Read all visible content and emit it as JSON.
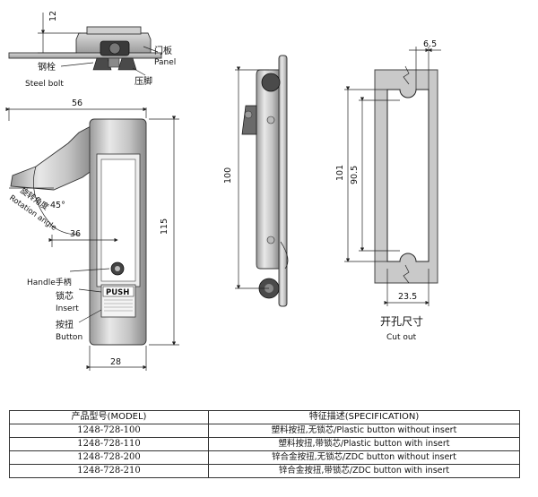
{
  "side_view_top": {
    "dim_12": "12",
    "label_panel_cn": "门板",
    "label_panel_en": "Panel",
    "label_bolt_cn": "钢栓",
    "label_bolt_en": "Steel bolt",
    "label_foot_cn": "压脚"
  },
  "front_view": {
    "dim_width": "56",
    "dim_height": "115",
    "dim_36": "36",
    "dim_bottom": "28",
    "angle": "45°",
    "rotation_cn": "旋转角度",
    "rotation_en": "Rotation angle",
    "handle": "Handle手柄",
    "insert_cn": "锁芯",
    "insert_en": "Insert",
    "button_cn": "按扭",
    "button_en": "Button",
    "push_text": "PUSH"
  },
  "side_view": {
    "dim_100": "100"
  },
  "cutout_view": {
    "dim_6_5": "6.5",
    "dim_101": "101",
    "dim_90_5": "90.5",
    "dim_23_5": "23.5",
    "title_cn": "开孔尺寸",
    "title_en": "Cut out"
  },
  "spec_table": {
    "headers": [
      "产品型号(MODEL)",
      "特征描述(SPECIFICATION)"
    ],
    "rows": [
      {
        "model": "1248-728-100",
        "spec": "塑料按扭,无锁芯/Plastic button without insert"
      },
      {
        "model": "1248-728-110",
        "spec": "塑料按扭,带锁芯/Plastic button with insert"
      },
      {
        "model": "1248-728-200",
        "spec": "锌合金按扭,无锁芯/ZDC button without insert"
      },
      {
        "model": "1248-728-210",
        "spec": "锌合金按扭,带锁芯/ZDC button with insert"
      }
    ]
  }
}
